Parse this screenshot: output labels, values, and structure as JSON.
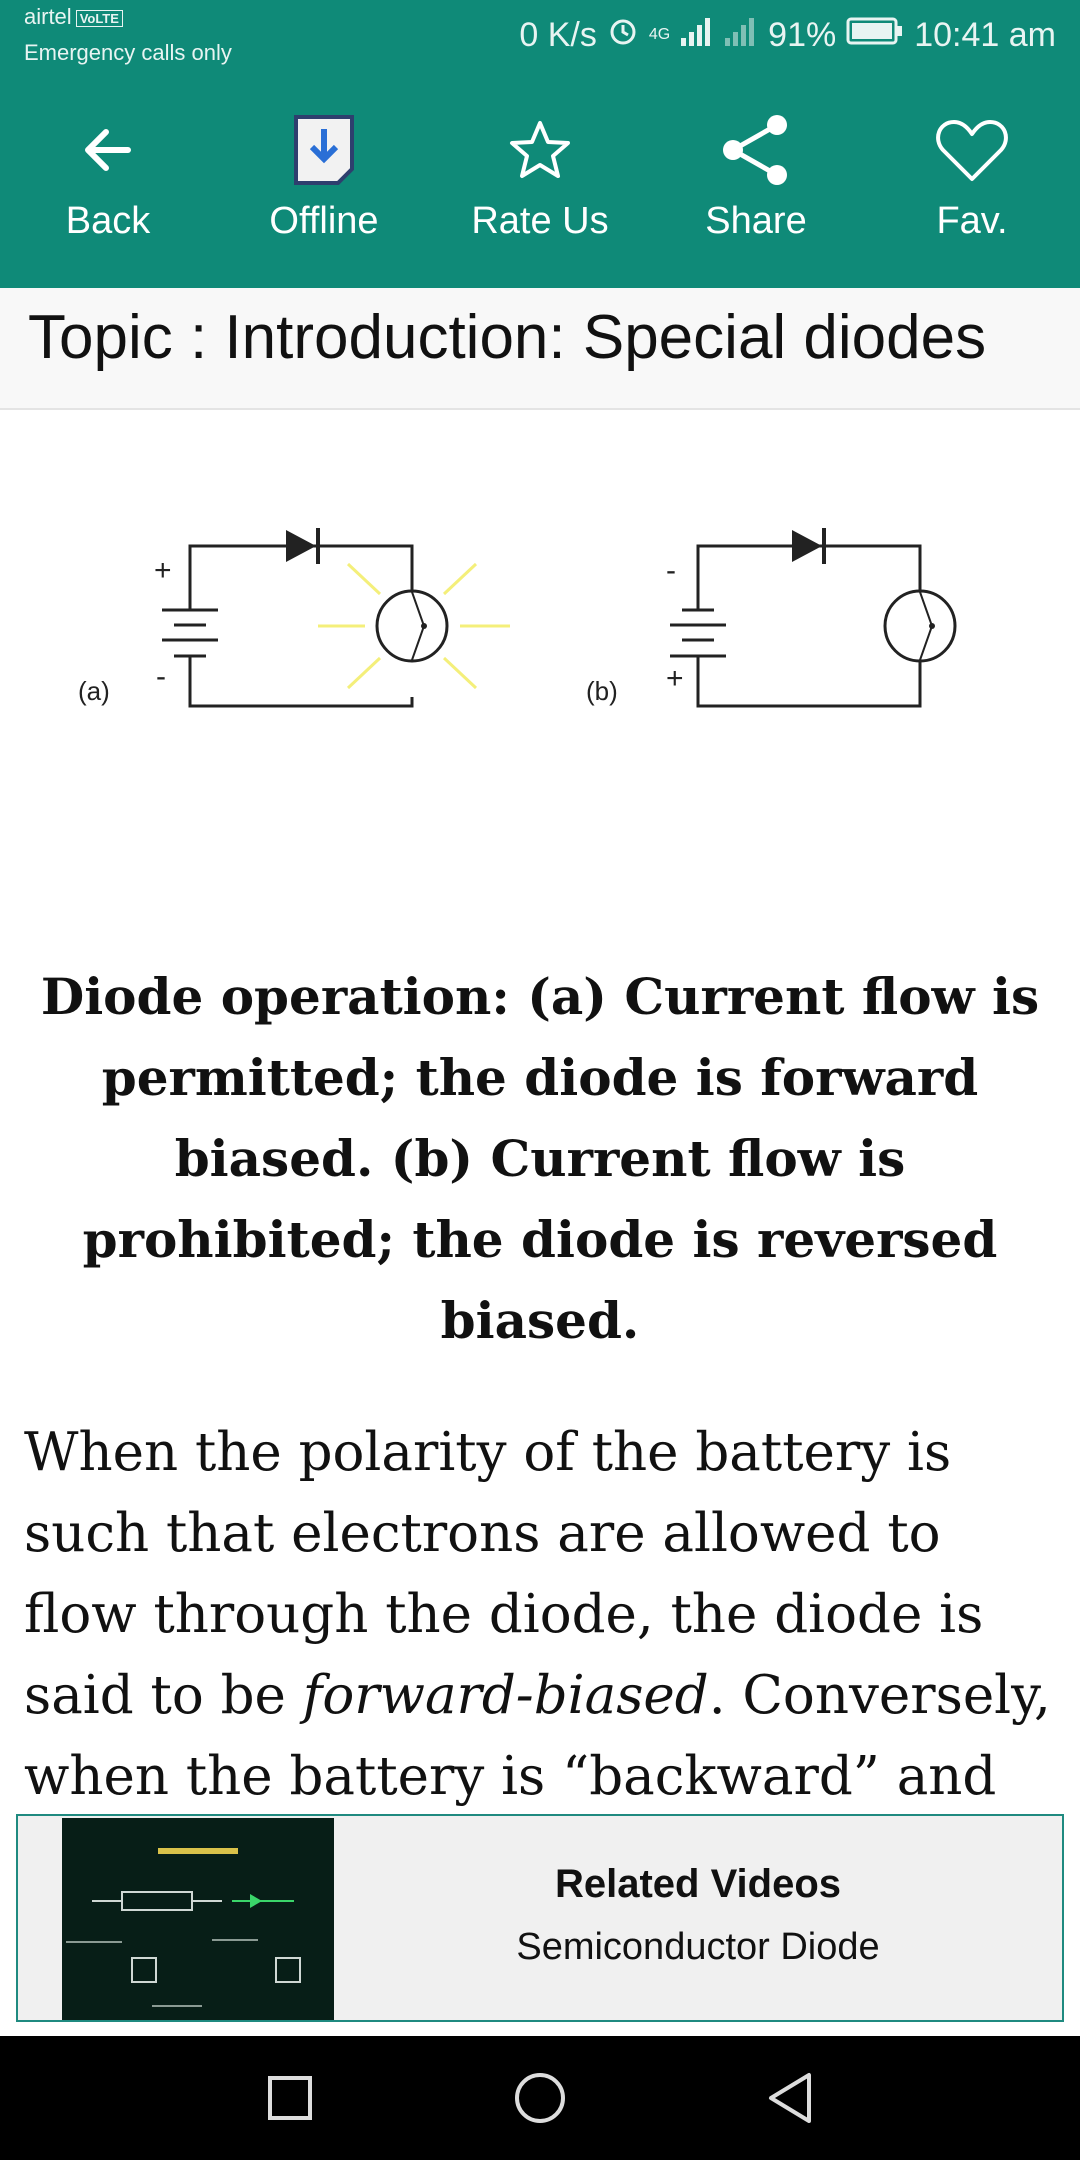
{
  "status_bar": {
    "carrier": "airtel",
    "volte": "VoLTE",
    "emergency": "Emergency calls only",
    "speed": "0 K/s",
    "network": "4G",
    "battery": "91%",
    "time": "10:41 am"
  },
  "toolbar": {
    "items": [
      {
        "label": "Back",
        "icon": "back-arrow-icon"
      },
      {
        "label": "Offline",
        "icon": "download-icon"
      },
      {
        "label": "Rate Us",
        "icon": "star-icon"
      },
      {
        "label": "Share",
        "icon": "share-icon"
      },
      {
        "label": "Fav.",
        "icon": "heart-icon"
      }
    ]
  },
  "topic": {
    "title": "Topic : Introduction: Special diodes"
  },
  "diagram": {
    "label_a": "(a)",
    "label_b": "(b)",
    "plus": "+",
    "minus": "-"
  },
  "caption": "Diode operation: (a) Current flow is permitted; the diode is forward biased. (b) Current flow is prohibited; the diode is reversed biased.",
  "body": {
    "p1_before": "When the polarity of the battery is such that electrons are allowed to flow through the diode, the diode is said to be ",
    "p1_em": "forward-biased",
    "p1_after": ". Conversely, when the battery is “backward” and the diode"
  },
  "related": {
    "title": "Related Videos",
    "subtitle": "Semiconductor Diode"
  },
  "colors": {
    "accent": "#0f8a78",
    "lamp_glow": "#f4ef7a"
  }
}
